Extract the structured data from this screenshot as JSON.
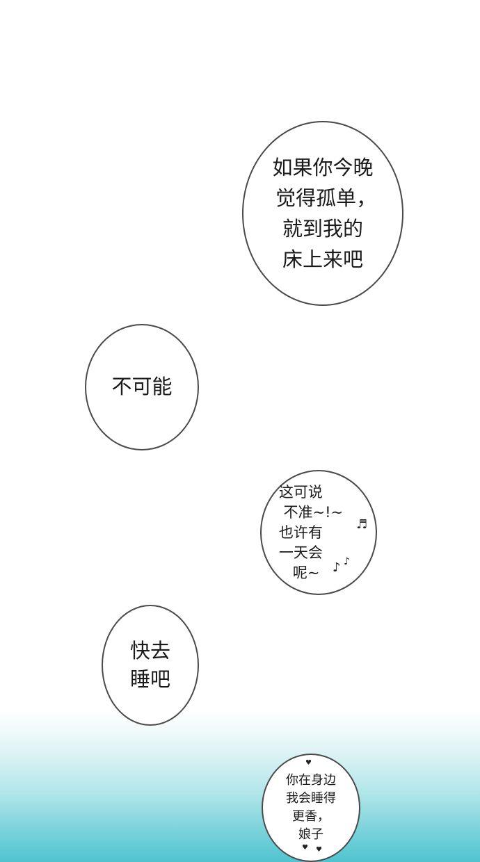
{
  "bubbles": {
    "b1": "如果你今晚\n 觉得孤单，\n就到我的\n床上来吧",
    "b2": "不可能",
    "b3": "这可说\n 不准~!~\n也许有\n一天会\n   呢~",
    "b4": "快去\n睡吧",
    "b5": "你在身边\n我会睡得\n更香，\n娘子"
  },
  "icons": {
    "note_1": "♬",
    "note_2": "♪",
    "note_3": "♪",
    "heart_1": "♥",
    "heart_2": "♥",
    "heart_3": "♥"
  }
}
